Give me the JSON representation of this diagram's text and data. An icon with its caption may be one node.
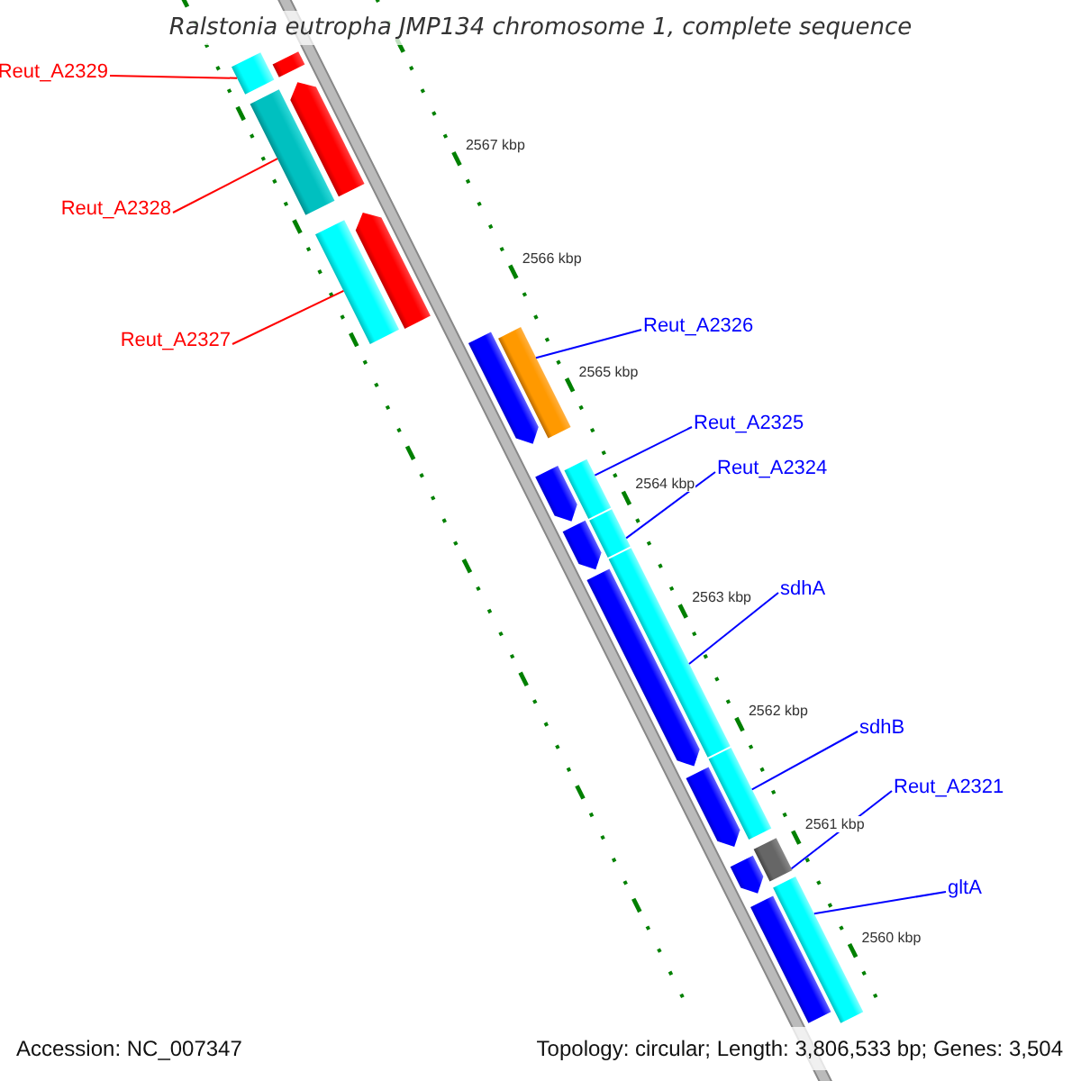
{
  "diagram": {
    "title": "Ralstonia eutropha JMP134 chromosome 1, complete sequence",
    "nodes": [
      {
        "text": [
          "Reut_A2329"
        ]
      },
      {
        "text": [
          "Reut_A2328"
        ]
      },
      {
        "text": [
          "Reut_A2326"
        ]
      },
      {
        "text": [
          "Reut_A2327"
        ]
      },
      {
        "text": [
          "Reut_A2325"
        ]
      },
      {
        "text": [
          "Reut_A2324"
        ]
      },
      {
        "text": [
          "sdhA"
        ]
      },
      {
        "text": [
          "sdhB"
        ]
      },
      {
        "text": [
          "Reut_A2321"
        ]
      },
      {
        "text": [
          "gltA"
        ]
      },
      {
        "text": [],
        "shape": "box"
      },
      {
        "text": [],
        "shape": "box"
      },
      {
        "text": [],
        "shape": "box"
      },
      {
        "text": [],
        "shape": "box"
      },
      {
        "text": [],
        "shape": "box"
      },
      {
        "text": [],
        "shape": "box"
      },
      {
        "text": [],
        "shape": "box"
      },
      {
        "text": [],
        "shape": "box"
      },
      {
        "text": [],
        "shape": "box"
      },
      {
        "text": [],
        "shape": "box"
      },
      {
        "text": [],
        "shape": "box"
      },
      {
        "text": [],
        "shape": "arrow"
      },
      {
        "text": [],
        "shape": "arrow"
      },
      {
        "text": [],
        "shape": "arrow"
      },
      {
        "text": [],
        "shape": "arrow"
      },
      {
        "text": [],
        "shape": "arrow"
      },
      {
        "text": [],
        "shape": "arrow"
      },
      {
        "text": [],
        "shape": "arrow"
      },
      {
        "text": [],
        "shape": "arrow"
      },
      {
        "text": [],
        "shape": "box"
      }
    ],
    "edges": [
      {
        "from": 0,
        "to": 10,
        "arrow": "none",
        "color": "#ff0000"
      },
      {
        "from": 1,
        "to": 11,
        "arrow": "none",
        "color": "#ff0000"
      },
      {
        "from": 2,
        "to": 13,
        "arrow": "none"
      },
      {
        "from": 3,
        "to": 12,
        "arrow": "none",
        "color": "#ff0000"
      },
      {
        "from": 4,
        "to": 14,
        "arrow": "none"
      },
      {
        "from": 5,
        "to": 15,
        "arrow": "none"
      },
      {
        "from": 6,
        "to": 16,
        "arrow": "none"
      },
      {
        "from": 7,
        "to": 17,
        "arrow": "none"
      },
      {
        "from": 8,
        "to": 18,
        "arrow": "none"
      },
      {
        "from": 9,
        "to": 19,
        "arrow": "none"
      }
    ],
    "labels": [
      "2567 kbp",
      "2566 kbp",
      "2565 kbp",
      "2564 kbp",
      "2563 kbp",
      "2562 kbp",
      "2561 kbp",
      "2560 kbp",
      "Accession: NC_007347",
      "Topology: circular; Length: 3,806,533 bp; Genes: 3,504"
    ]
  }
}
